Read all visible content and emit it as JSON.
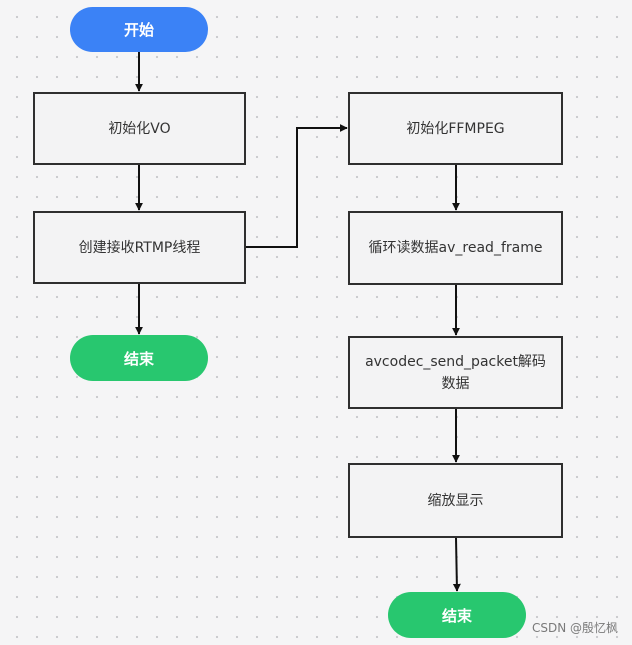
{
  "left_column": {
    "start": "开始",
    "init_vo": "初始化VO",
    "create_thread": "创建接收RTMP线程",
    "end": "结束"
  },
  "right_column": {
    "init_ffmpeg": "初始化FFMPEG",
    "read_loop": "循环读数据av_read_frame",
    "decode": "avcodec_send_packet解码数据",
    "scale_display": "缩放显示",
    "end": "结束"
  },
  "watermark": "CSDN @殷忆枫",
  "colors": {
    "start_pill": "#3b82f6",
    "end_pill": "#28c76f",
    "box_border": "#2f2f2f",
    "connector": "#111111"
  }
}
